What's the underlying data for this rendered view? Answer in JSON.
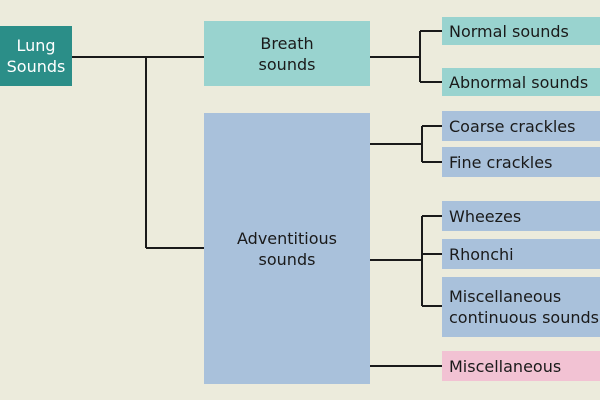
{
  "root": {
    "label": "Lung\nSounds"
  },
  "level1": [
    {
      "id": "breath",
      "label": "Breath\nsounds"
    },
    {
      "id": "adventitious",
      "label": "Adventitious\nsounds"
    }
  ],
  "leaves": [
    {
      "id": "normal",
      "label": "Normal sounds"
    },
    {
      "id": "abnormal",
      "label": "Abnormal sounds"
    },
    {
      "id": "coarse",
      "label": "Coarse crackles"
    },
    {
      "id": "fine",
      "label": "Fine crackles"
    },
    {
      "id": "wheezes",
      "label": "Wheezes"
    },
    {
      "id": "rhonchi",
      "label": "Rhonchi"
    },
    {
      "id": "misc-continuous",
      "label": "Miscellaneous\ncontinuous sounds"
    },
    {
      "id": "misc",
      "label": "Miscellaneous"
    }
  ],
  "colors": {
    "background": "#ecebdc",
    "root": "#2b8e88",
    "breath_group": "#99d3cf",
    "adventitious_group": "#a9c1db",
    "misc": "#f2c2d3",
    "connector": "#1a1a1a"
  }
}
